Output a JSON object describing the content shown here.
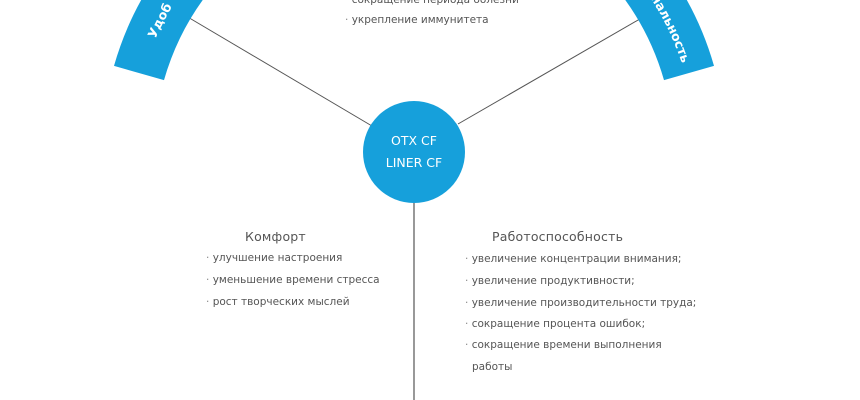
{
  "colors": {
    "accent": "#16a0db",
    "line": "#555555",
    "text": "#555555"
  },
  "arcs": {
    "left_label": "Удоб",
    "right_label": "нальность"
  },
  "top_list": [
    "сокращение периода болезни",
    "укрепление иммунитета"
  ],
  "center": {
    "line1": "OTX CF",
    "line2": "LINER CF"
  },
  "comfort": {
    "title": "Комфорт",
    "items": [
      "улучшение настроения",
      "уменьшение времени стресса",
      "рост творческих мыслей"
    ]
  },
  "performance": {
    "title": "Работоспособность",
    "items": [
      "увеличение концентрации внимания;",
      "увеличение продуктивности;",
      "увеличение производительности труда;",
      "сокращение процента ошибок;",
      "сокращение времени выполнения"
    ],
    "continuation": "работы"
  }
}
